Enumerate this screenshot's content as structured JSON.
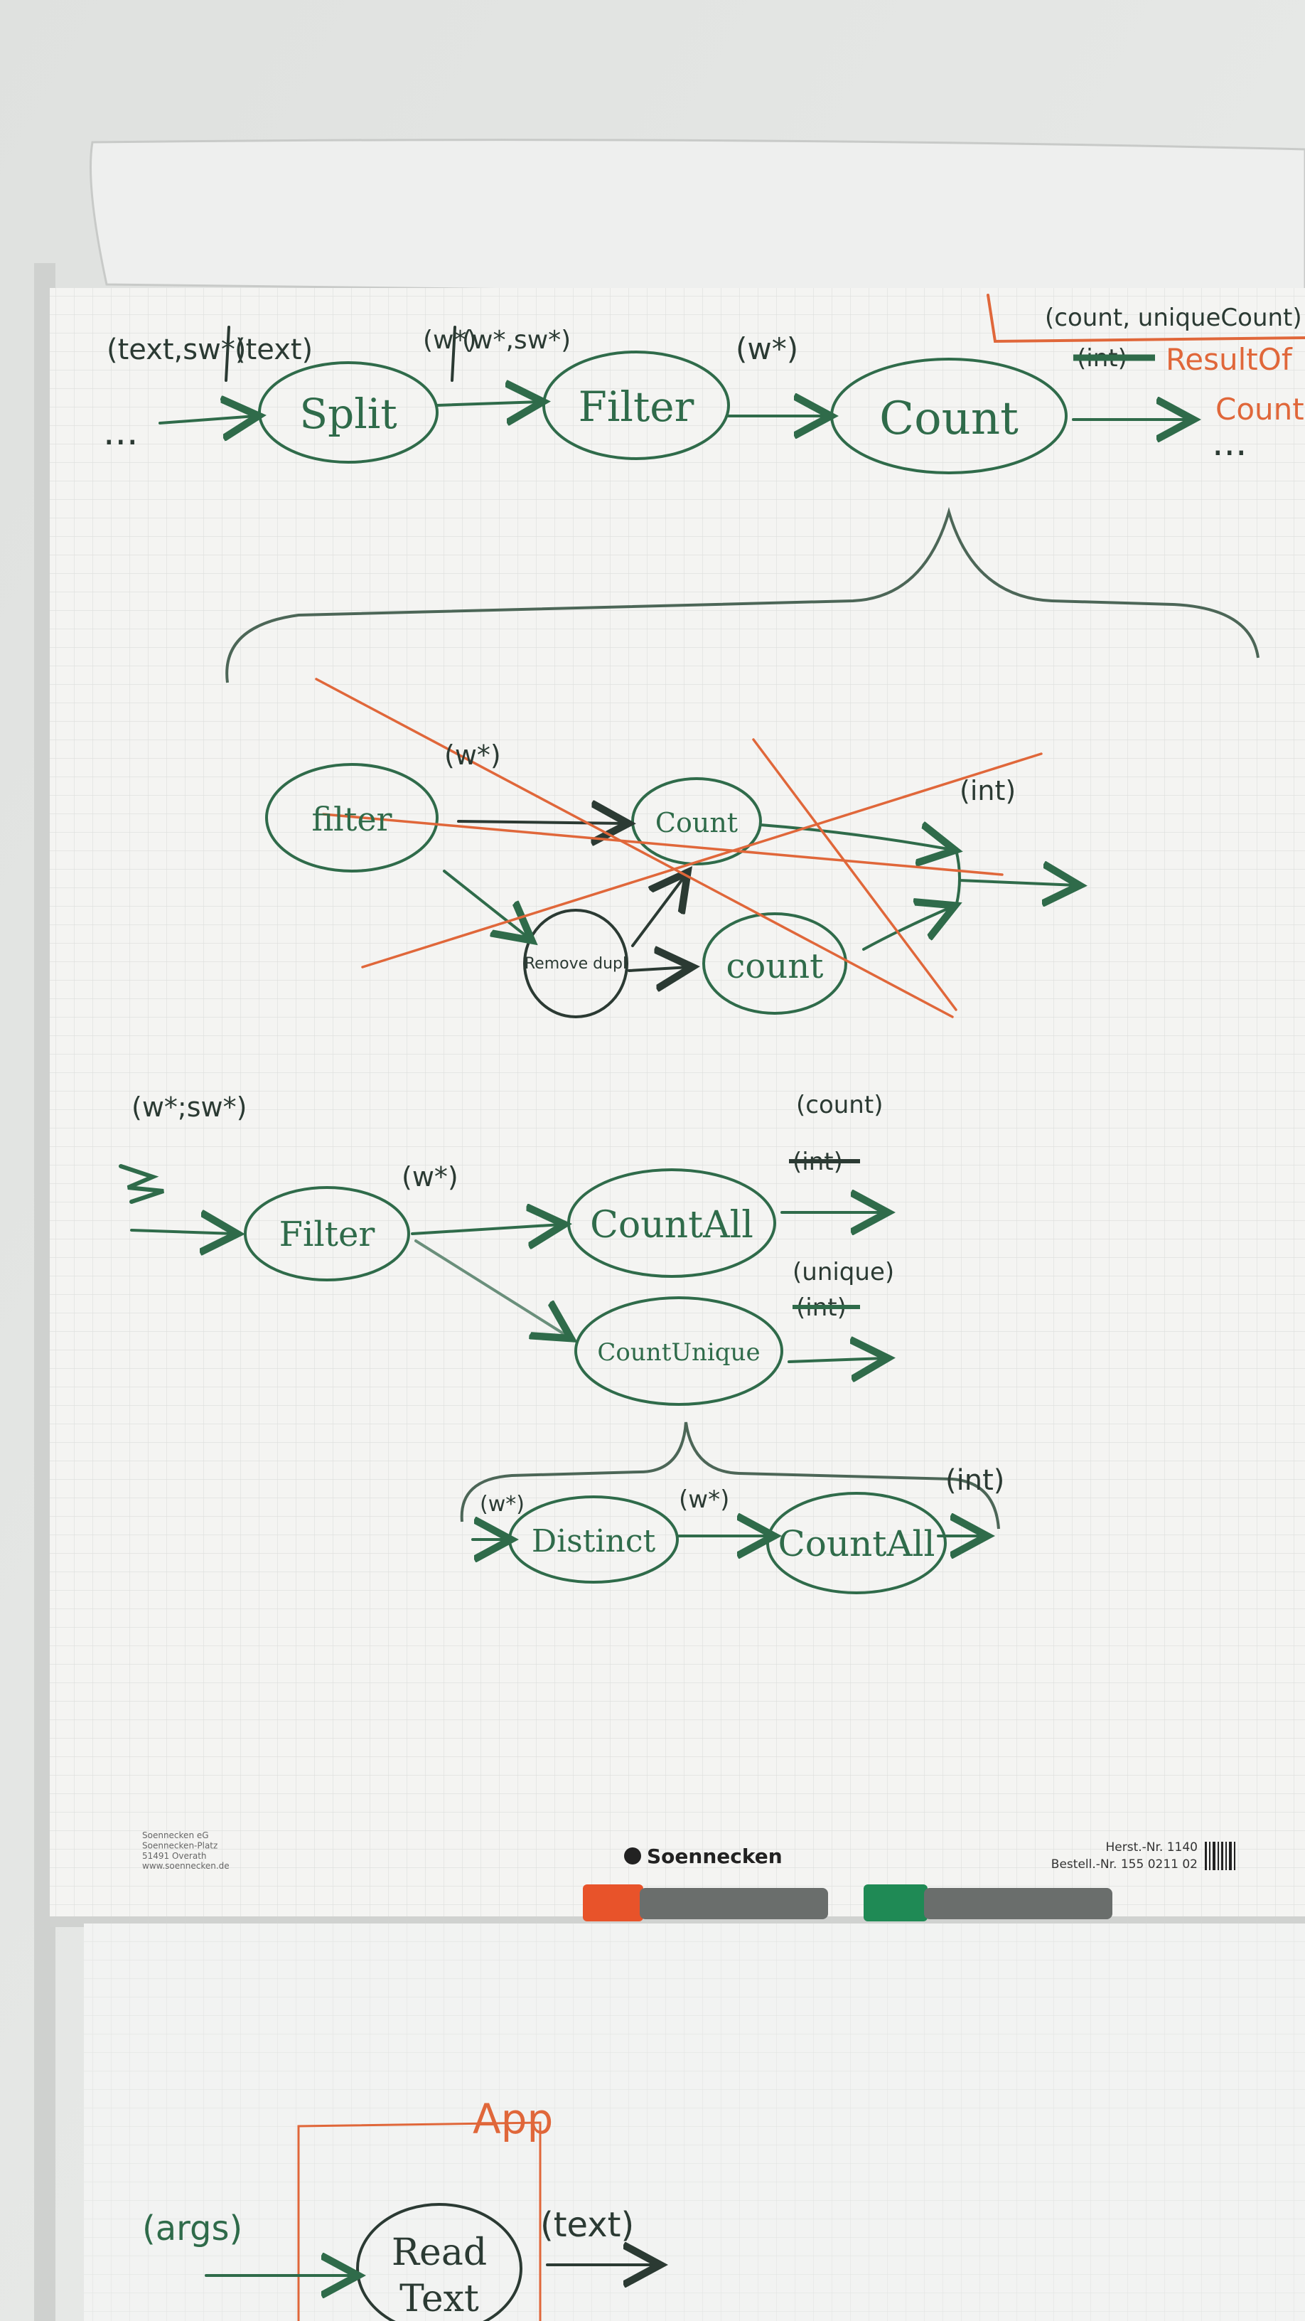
{
  "colors": {
    "paper": "#f4f4f2",
    "grid": "#d9dbd9",
    "wall": "#e6e8e6",
    "green_ink": "#2f6b4a",
    "dark_ink": "#2b3a33",
    "orange_ink": "#e0673a"
  },
  "section1": {
    "in_type": "(text,sw*)",
    "in_type2": "(text)",
    "split": "Split",
    "t1": "(w*)",
    "t2": "(w*,sw*)",
    "filter": "Filter",
    "t3": "(w*)",
    "count": "Count",
    "out_type": "(count, uniqueCount)",
    "out_struck": "(int)",
    "result": "ResultOf",
    "result2": "Counts",
    "dots_left": "...",
    "dots_right": "..."
  },
  "section2": {
    "filter": "filter",
    "t1": "(w*)",
    "count_top": "Count",
    "int": "(int)",
    "remove_dupl": "Remove dupl",
    "count_bottom": "count"
  },
  "section3": {
    "in_type": "(w*;sw*)",
    "filter": "Filter",
    "t1": "(w*)",
    "count_all": "CountAll",
    "out1": "(count)",
    "out1_struck": "(int)",
    "count_unique": "CountUnique",
    "out2": "(unique)",
    "out2_struck": "(int)"
  },
  "section4": {
    "t_in": "(w*)",
    "distinct": "Distinct",
    "t_mid": "(w*)",
    "count_all": "CountAll",
    "out": "(int)"
  },
  "footer": {
    "brand": "Soennecken",
    "address": "Soennecken eG\nSoennecken-Platz\n51491 Overath\nwww.soennecken.de",
    "herst": "Herst.-Nr. 1140",
    "bestell": "Bestell.-Nr. 155 0211 02"
  },
  "page2": {
    "app": "App",
    "args": "(args)",
    "read": "Read",
    "text": "Text",
    "out": "(text)"
  }
}
